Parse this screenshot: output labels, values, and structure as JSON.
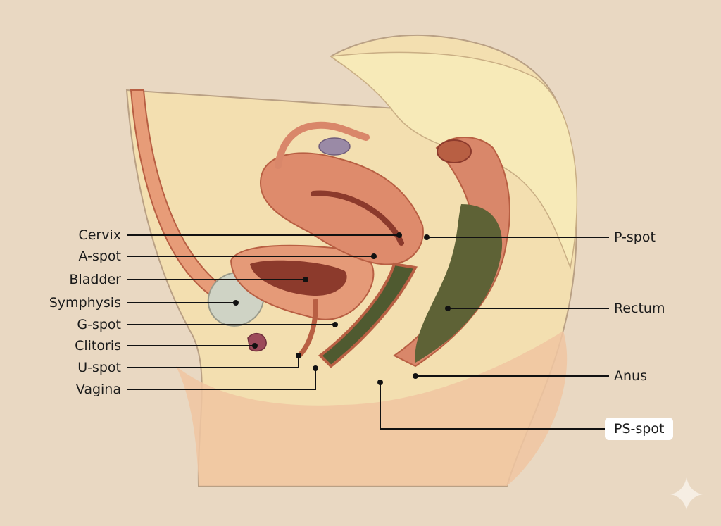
{
  "labels": {
    "cervix": "Cervix",
    "a_spot": "A-spot",
    "bladder": "Bladder",
    "symphysis": "Symphysis",
    "g_spot": "G-spot",
    "clitoris": "Clitoris",
    "u_spot": "U-spot",
    "vagina": "Vagina",
    "p_spot": "P-spot",
    "rectum": "Rectum",
    "anus": "Anus",
    "ps_spot": "PS-spot"
  },
  "colors": {
    "background": "#e9d8c2",
    "tissue_light": "#f5e7b3",
    "tissue_skin": "#f0c9a4",
    "organ": "#d9876a",
    "organ_outline": "#b85f43",
    "organ_dark": "#8c3a2c",
    "rectum_interior": "#5e6236",
    "bone": "#cfd3c5",
    "leader_line": "#111111"
  },
  "icons": {
    "corner_mark": "sparkle-icon"
  }
}
